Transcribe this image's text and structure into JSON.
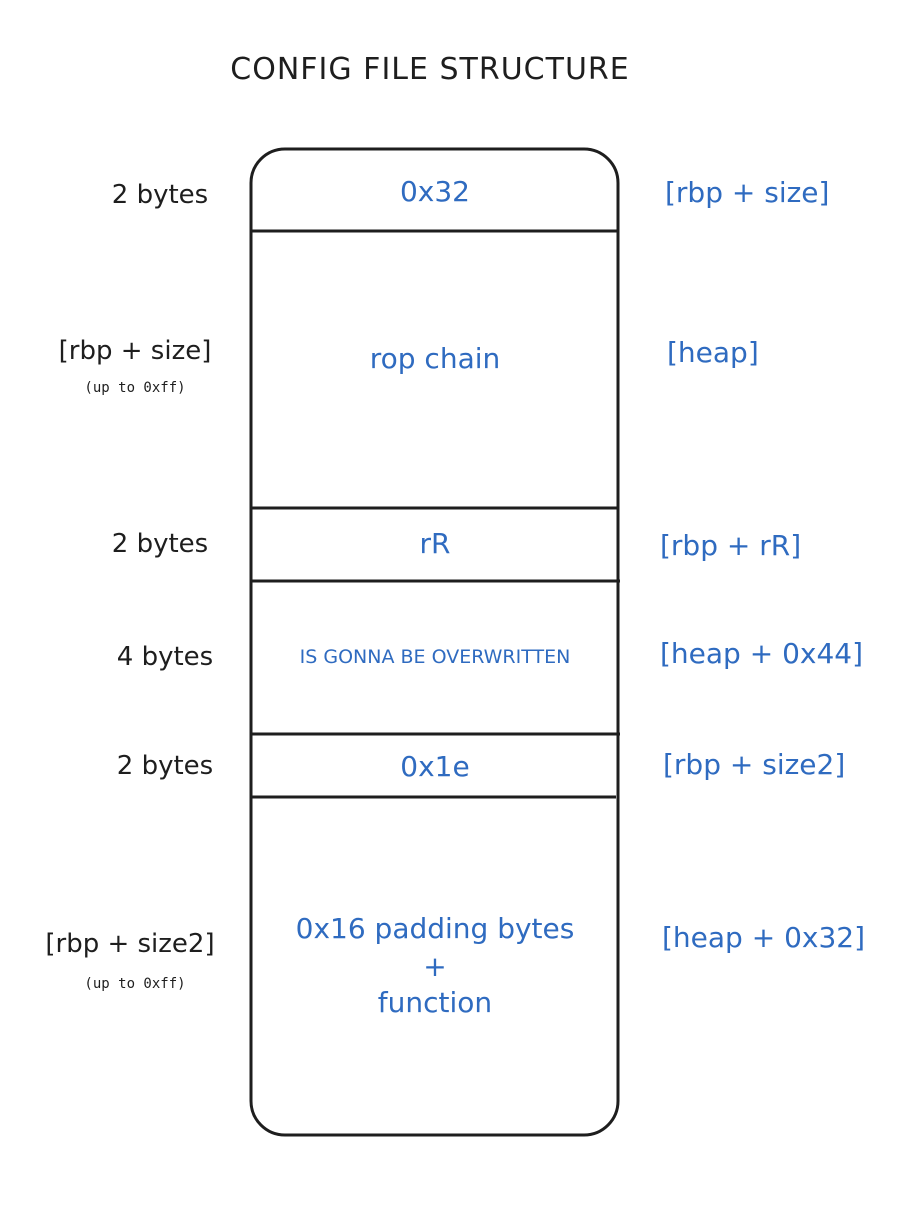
{
  "title": "CONFIG FILE STRUCTURE",
  "segments": [
    {
      "size": "2 bytes",
      "note": "",
      "content": [
        "0x32"
      ],
      "location": "[rbp + size]"
    },
    {
      "size": "[rbp + size]",
      "note": "(up to 0xff)",
      "content": [
        "rop chain"
      ],
      "location": "[heap]"
    },
    {
      "size": "2 bytes",
      "note": "",
      "content": [
        "rR"
      ],
      "location": "[rbp + rR]"
    },
    {
      "size": "4 bytes",
      "note": "",
      "content": [
        "IS GONNA BE OVERWRITTEN"
      ],
      "location": "[heap + 0x44]"
    },
    {
      "size": "2 bytes",
      "note": "",
      "content": [
        "0x1e"
      ],
      "location": "[rbp + size2]"
    },
    {
      "size": "[rbp + size2]",
      "note": "(up to 0xff)",
      "content": [
        "0x16 padding bytes",
        "+",
        "function"
      ],
      "location": "[heap + 0x32]"
    }
  ],
  "colors": {
    "ink": "#1e1e1e",
    "accent": "#2f6bc0"
  }
}
